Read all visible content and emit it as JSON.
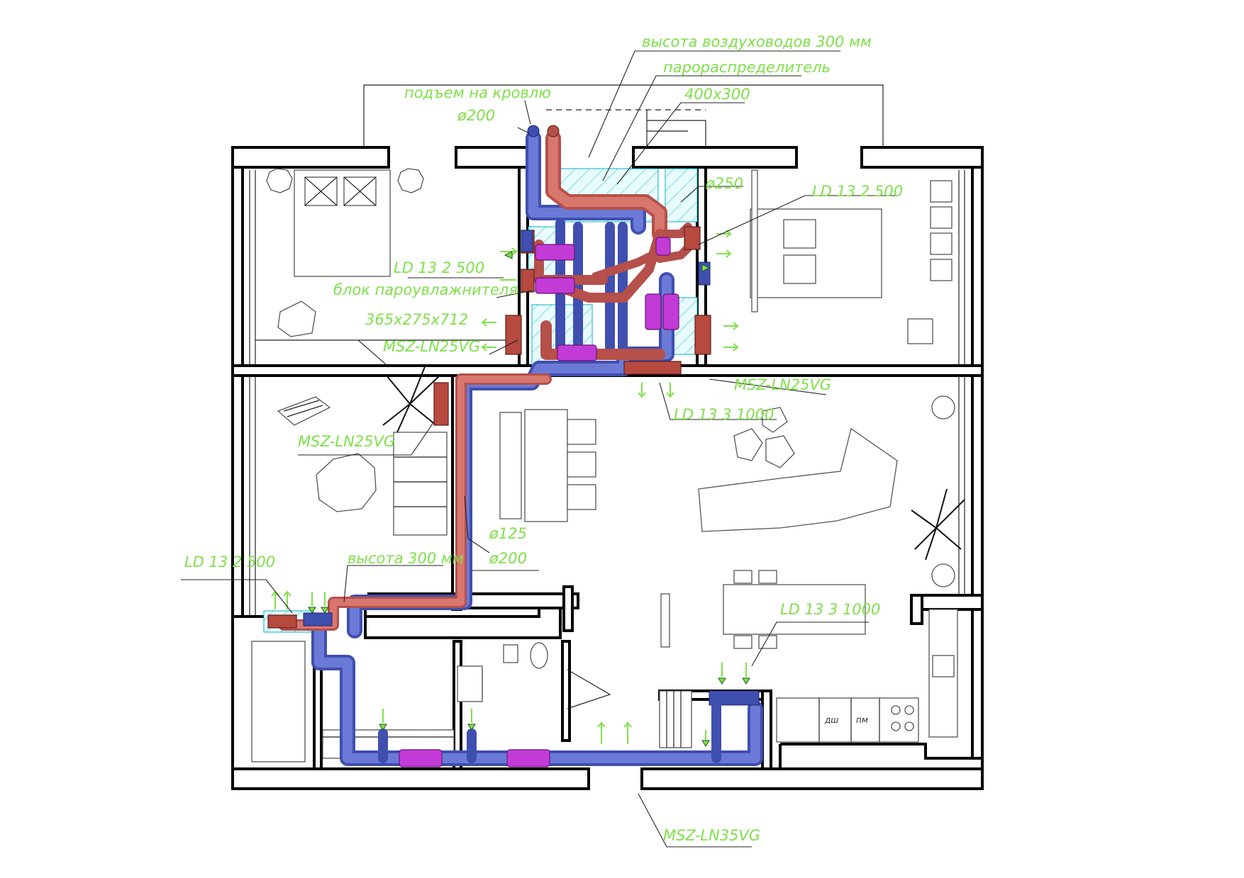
{
  "labels": {
    "duct_height": "высота воздуховодов 300 мм",
    "steam_distributor": "парораспределитель",
    "duct_size": "400х300",
    "roof_rise": "подъем на кровлю",
    "dia_200_top": "ø200",
    "dia_250": "ø250",
    "ld_top_right": "LD 13 2 500",
    "ld_left_bedroom": "LD 13 2 500",
    "humidifier_block": "блок пароувлажнителя",
    "humidifier_size": "365х275х712",
    "msz_left_bedroom": "MSZ-LN25VG",
    "msz_right_bedroom": "MSZ-LN25VG",
    "ld_center": "LD 13 3 1000",
    "msz_living": "MSZ-LN25VG",
    "dia_125": "ø125",
    "dia_200_mid": "ø200",
    "ld_bottom_left": "LD 13 2 500",
    "height_300": "высота 300 мм",
    "ld_kitchen": "LD 13 3 1000",
    "msz_bottom": "MSZ-LN35VG",
    "dishwasher": "дш",
    "pm": "пм"
  },
  "colors": {
    "annotation": "#7fe04a",
    "supply_duct": "#b5504a",
    "exhaust_duct": "#3f4fb0",
    "silencer": "#c23bd6",
    "shaft_hatch": "#00b4c8",
    "walls": "#000000"
  }
}
